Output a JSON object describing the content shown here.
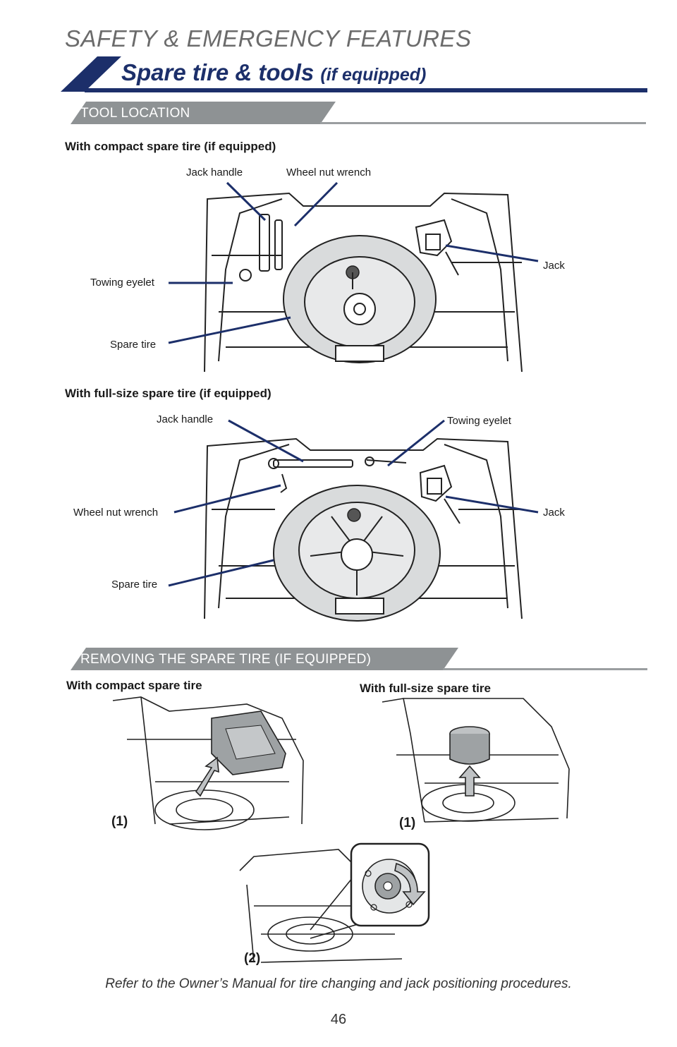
{
  "header": {
    "section_title": "SAFETY & EMERGENCY FEATURES",
    "page_title": "Spare tire & tools",
    "page_title_sub": "(if equipped)"
  },
  "tool_location": {
    "band_label": "TOOL LOCATION",
    "compact": {
      "heading": "With compact spare tire (if equipped)",
      "labels": {
        "jack_handle": "Jack handle",
        "wheel_nut_wrench": "Wheel nut wrench",
        "jack": "Jack",
        "towing_eyelet": "Towing eyelet",
        "spare_tire": "Spare tire"
      }
    },
    "fullsize": {
      "heading": "With full-size spare tire (if equipped)",
      "labels": {
        "jack_handle": "Jack handle",
        "towing_eyelet": "Towing eyelet",
        "wheel_nut_wrench": "Wheel nut wrench",
        "jack": "Jack",
        "spare_tire": "Spare tire"
      }
    }
  },
  "removing": {
    "band_label": "REMOVING THE SPARE TIRE (IF EQUIPPED)",
    "compact_heading": "With compact spare tire",
    "fullsize_heading": "With full-size spare tire",
    "step1_left": "(1)",
    "step1_right": "(1)",
    "step2": "(2)"
  },
  "footer": {
    "note": "Refer to the Owner’s Manual for tire changing and jack positioning procedures.",
    "page_number": "46"
  },
  "colors": {
    "brand_navy": "#1c2f6a",
    "band_gray": "#8e9294",
    "rule_gray": "#9a9ea0",
    "tire_fill": "#d9dbdc"
  }
}
